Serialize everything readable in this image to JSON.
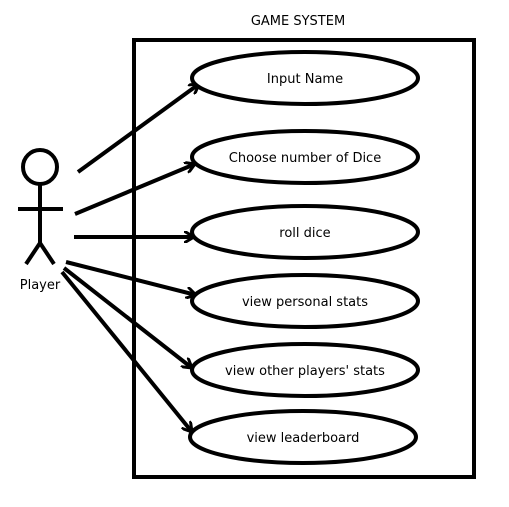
{
  "diagram": {
    "title": "GAME SYSTEM",
    "actor": {
      "label": "Player"
    },
    "use_cases": [
      {
        "label": "Input Name"
      },
      {
        "label": "Choose number of Dice"
      },
      {
        "label": "roll dice"
      },
      {
        "label": "view personal stats"
      },
      {
        "label": "view other players' stats"
      },
      {
        "label": "view leaderboard"
      }
    ],
    "colors": {
      "stroke": "#000000",
      "background": "#ffffff"
    }
  }
}
